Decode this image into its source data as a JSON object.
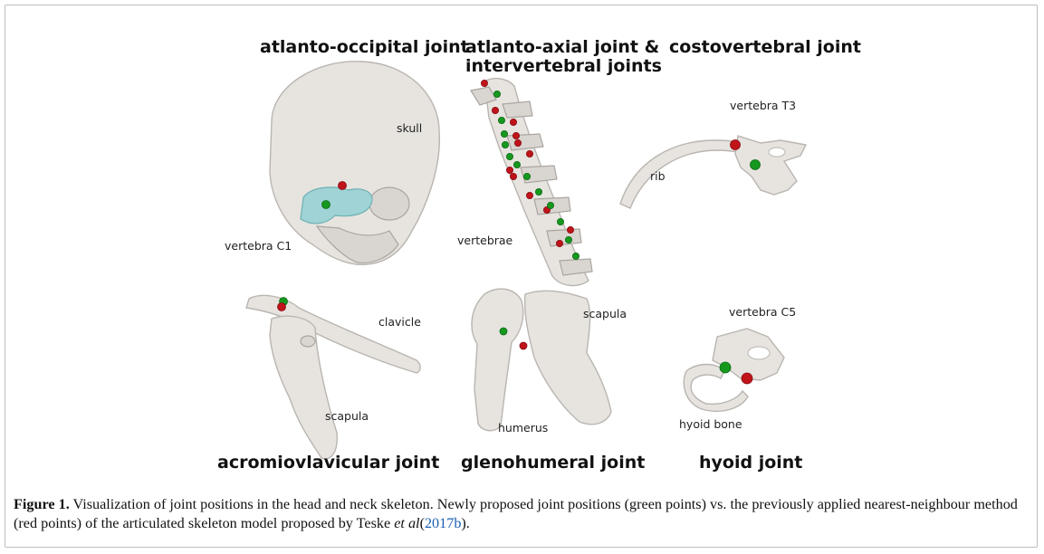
{
  "panels": [
    {
      "title": "atlanto-occipital joint",
      "labels": [
        "skull",
        "vertebra C1"
      ]
    },
    {
      "title_line1": "atlanto-axial joint &",
      "title_line2": "intervertebral joints",
      "labels": [
        "vertebrae"
      ]
    },
    {
      "title": "costovertebral joint",
      "labels": [
        "vertebra T3",
        "rib"
      ]
    },
    {
      "title": "acromiovlavicular joint",
      "labels": [
        "clavicle",
        "scapula"
      ]
    },
    {
      "title": "glenohumeral joint",
      "labels": [
        "scapula",
        "humerus"
      ]
    },
    {
      "title": "hyoid joint",
      "labels": [
        "vertebra C5",
        "hyoid bone"
      ]
    }
  ],
  "colors": {
    "new_points": "#16981e",
    "nearest_neighbour_points": "#c0141a",
    "bone": "#e7e4e0",
    "highlight": "#9fd3d5"
  },
  "caption": {
    "label": "Figure 1.",
    "text": "Visualization of joint positions in the head and neck skeleton. Newly proposed joint positions (green points) vs. the previously applied nearest-neighbour method (red points) of the articulated skeleton model proposed by Teske",
    "etal": "et al",
    "cite_open": "(",
    "cite": "2017b",
    "cite_close": ")."
  }
}
